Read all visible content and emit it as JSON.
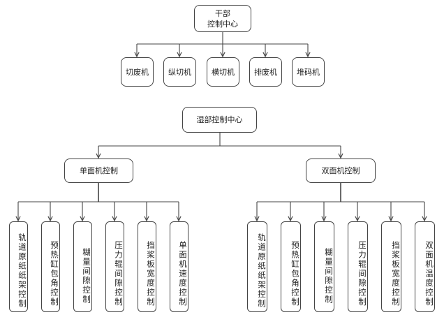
{
  "dry_section": {
    "root": {
      "line1": "干部",
      "line2": "控制中心"
    },
    "children": [
      "切废机",
      "纵切机",
      "横切机",
      "排废机",
      "堆码机"
    ]
  },
  "wet_section": {
    "root": "湿部控制中心",
    "single_facer": {
      "label": "单面机控制",
      "children": [
        "轨道原纸纸架控制",
        "预热缸包角控制",
        "糊量间隙控制",
        "压力辊间隙控制",
        "挡桨板宽度控制",
        "单面机速度控制"
      ]
    },
    "double_facer": {
      "label": "双面机控制",
      "children": [
        "轨道原纸纸架控制",
        "预热缸包角控制",
        "糊量间隙控制",
        "压力辊间隙控制",
        "挡桨板宽度控制",
        "双面机温度控制"
      ]
    }
  },
  "colors": {
    "line": "#444444",
    "border": "#444444"
  }
}
